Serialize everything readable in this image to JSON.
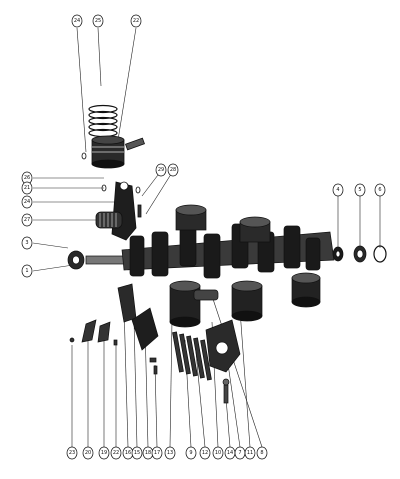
{
  "callouts": [
    {
      "id": "c24a",
      "label": "24"
    },
    {
      "id": "c25a",
      "label": "25"
    },
    {
      "id": "c22top",
      "label": "22"
    },
    {
      "id": "c26",
      "label": "26"
    },
    {
      "id": "c21a",
      "label": "21"
    },
    {
      "id": "c24b",
      "label": "24"
    },
    {
      "id": "c27",
      "label": "27"
    },
    {
      "id": "c29",
      "label": "29"
    },
    {
      "id": "c28",
      "label": "28"
    },
    {
      "id": "c3",
      "label": "3"
    },
    {
      "id": "c1",
      "label": "1"
    },
    {
      "id": "c4",
      "label": "4"
    },
    {
      "id": "c5",
      "label": "5"
    },
    {
      "id": "c6",
      "label": "6"
    },
    {
      "id": "b23",
      "label": "23"
    },
    {
      "id": "b20",
      "label": "20"
    },
    {
      "id": "b19",
      "label": "19"
    },
    {
      "id": "b22",
      "label": "22"
    },
    {
      "id": "b16",
      "label": "16"
    },
    {
      "id": "b15",
      "label": "15"
    },
    {
      "id": "b18",
      "label": "18"
    },
    {
      "id": "b17",
      "label": "17"
    },
    {
      "id": "b13",
      "label": "13"
    },
    {
      "id": "b9",
      "label": "9"
    },
    {
      "id": "b12",
      "label": "12"
    },
    {
      "id": "b10",
      "label": "10"
    },
    {
      "id": "b14",
      "label": "14"
    },
    {
      "id": "b7",
      "label": "7"
    },
    {
      "id": "b11",
      "label": "11"
    },
    {
      "id": "b8",
      "label": "8"
    }
  ],
  "colors": {
    "ink": "#111111",
    "shade": "#2a2a2a",
    "paper": "#ffffff",
    "grey": "#8a8a8a"
  }
}
